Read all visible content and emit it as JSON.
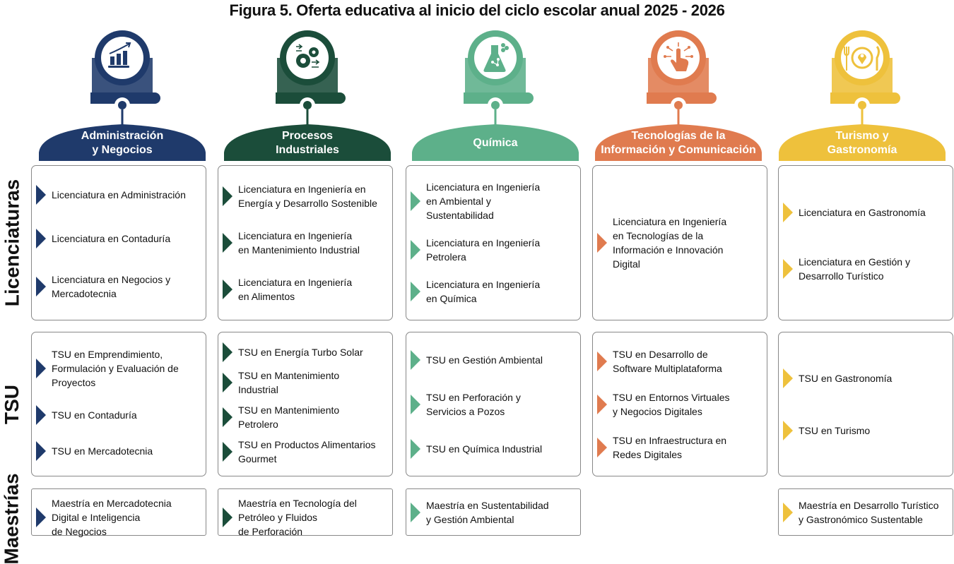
{
  "title": "Figura 5. Oferta educativa al inicio del ciclo escolar anual 2025 - 2026",
  "row_labels": [
    "Licenciaturas",
    "TSU",
    "Maestrías"
  ],
  "columns": [
    {
      "name": "Administración\ny Negocios",
      "icon": "bar-chart-growth-icon",
      "color": "#1f3a6b",
      "licenciaturas": [
        "Licenciatura en Administración",
        "Licenciatura en Contaduría",
        "Licenciatura en Negocios y\nMercadotecnia"
      ],
      "tsu": [
        "TSU en Emprendimiento,\nFormulación y Evaluación de\nProyectos",
        "TSU en Contaduría",
        "TSU en Mercadotecnia"
      ],
      "maestrias": [
        "Maestría en Mercadotecnia\nDigital e Inteligencia\nde Negocios"
      ]
    },
    {
      "name": "Procesos\nIndustriales",
      "icon": "gears-process-icon",
      "color": "#1b4d3a",
      "licenciaturas": [
        "Licenciatura en Ingeniería en\nEnergía y Desarrollo Sostenible",
        "Licenciatura en Ingeniería\n en Mantenimiento Industrial",
        "Licenciatura en Ingeniería\nen Alimentos"
      ],
      "tsu": [
        "TSU en Energía Turbo Solar",
        "TSU en Mantenimiento\nIndustrial",
        "TSU en Mantenimiento\nPetrolero",
        "TSU en Productos Alimentarios\nGourmet"
      ],
      "maestrias": [
        "Maestría en Tecnología del\nPetróleo y Fluidos\nde Perforación"
      ]
    },
    {
      "name": "Química",
      "icon": "flask-molecule-icon",
      "color": "#5db08a",
      "licenciaturas": [
        "Licenciatura en Ingeniería\nen Ambiental y\nSustentabilidad",
        "Licenciatura en Ingeniería\nPetrolera",
        "Licenciatura en Ingeniería\nen Química"
      ],
      "tsu": [
        "TSU en Gestión Ambiental",
        "TSU en Perforación y\nServicios a Pozos",
        "TSU en Química Industrial"
      ],
      "maestrias": [
        "Maestría en Sustentabilidad\ny Gestión Ambiental"
      ]
    },
    {
      "name": "Tecnologías de la\nInformación y Comunicación",
      "icon": "touch-circuit-icon",
      "color": "#e07b4f",
      "licenciaturas": [
        "Licenciatura en Ingeniería\nen Tecnologías de la\nInformación e Innovación\nDigital"
      ],
      "tsu": [
        "TSU en Desarrollo de\nSoftware Multiplataforma",
        "TSU en Entornos Virtuales\ny Negocios Digitales",
        "TSU en Infraestructura en\nRedes Digitales"
      ],
      "maestrias": []
    },
    {
      "name": "Turismo y\nGastronomía",
      "icon": "plate-location-cutlery-icon",
      "color": "#eec13c",
      "licenciaturas": [
        "Licenciatura en Gastronomía",
        "Licenciatura en Gestión y\nDesarrollo Turístico"
      ],
      "tsu": [
        "TSU en Gastronomía",
        "TSU en Turismo"
      ],
      "maestrias": [
        "Maestría en Desarrollo Turístico\ny Gastronómico Sustentable"
      ]
    }
  ]
}
